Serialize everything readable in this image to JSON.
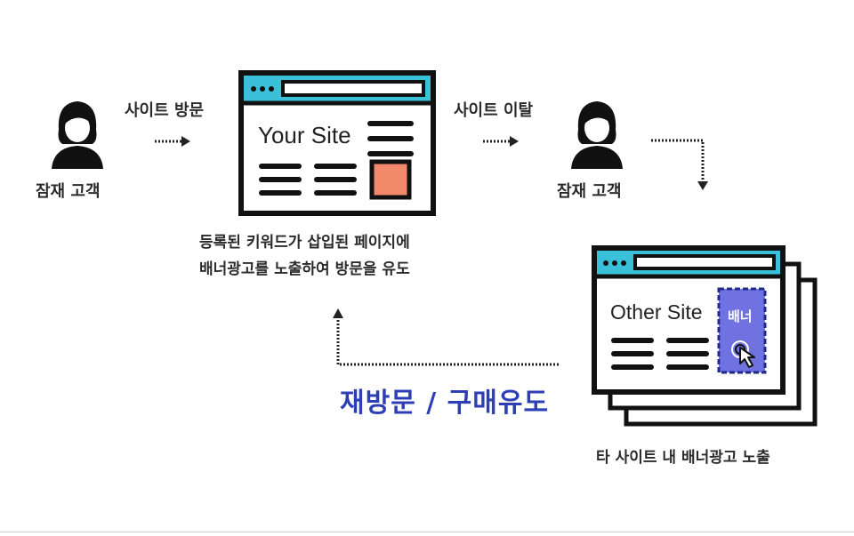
{
  "labels": {
    "prospect_left": "잠재 고객",
    "prospect_right": "잠재 고객",
    "visit": "사이트 방문",
    "leave": "사이트 이탈",
    "caption_line1": "등록된 키워드가 삽입된 페이지에",
    "caption_line2": "배너광고를 노출하여 방문을 유도",
    "revisit": "재방문 / 구매유도",
    "other_caption": "타 사이트 내 배너광고 노출"
  },
  "your_site": {
    "title": "Your Site"
  },
  "other_site": {
    "title": "Other Site",
    "banner": "배너"
  },
  "colors": {
    "accent_blue": "#3ac0d8",
    "cta_blue": "#2e3fb5",
    "banner_purple": "#6f72e0",
    "orange": "#f2896a",
    "outline": "#111111"
  }
}
